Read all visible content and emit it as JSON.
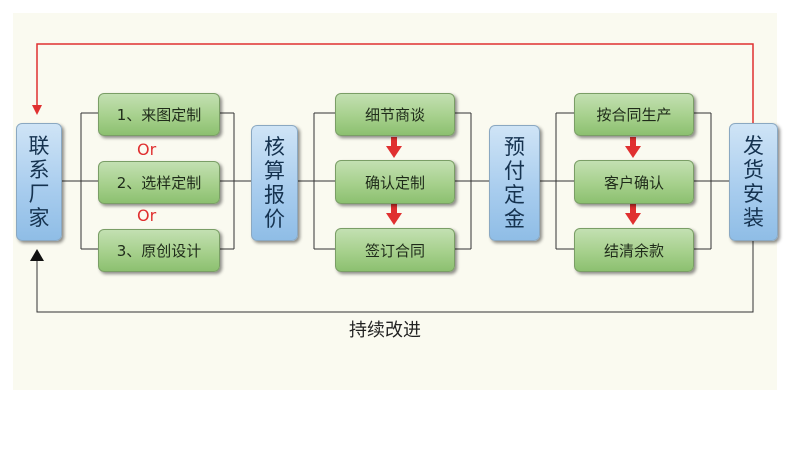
{
  "columns": {
    "contact": [
      "联",
      "系",
      "厂",
      "家"
    ],
    "quote": [
      "核",
      "算",
      "报",
      "价"
    ],
    "deposit": [
      "预",
      "付",
      "定",
      "金"
    ],
    "ship": [
      "发",
      "货",
      "安",
      "装"
    ]
  },
  "custom_options": [
    "1、来图定制",
    "2、选样定制",
    "3、原创设计"
  ],
  "or_label": "Or",
  "negotiation_steps": [
    "细节商谈",
    "确认定制",
    "签订合同"
  ],
  "production_steps": [
    "按合同生产",
    "客户确认",
    "结清余款"
  ],
  "feedback_label": "持续改进",
  "colors": {
    "green_box": "#a6d08c",
    "blue_box": "#a9cdee",
    "red_accent": "#e03030",
    "line": "#333333",
    "panel_bg": "#fafaf0"
  }
}
